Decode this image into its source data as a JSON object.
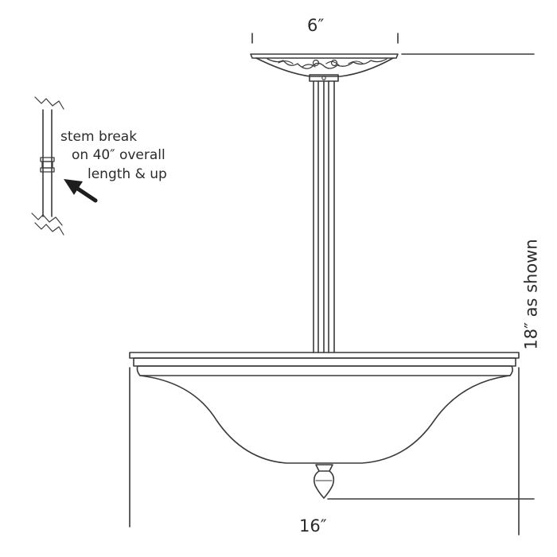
{
  "dimensions": {
    "canopy_width": "6″",
    "bowl_width": "16″",
    "height": "18″ as shown"
  },
  "note": {
    "line1": "stem break",
    "line2": "on 40″ overall",
    "line3": "length & up"
  },
  "colors": {
    "line": "#3a3a3a",
    "text": "#2b2b2b",
    "background": "#ffffff"
  },
  "icons": [
    "arrow-icon",
    "stem-break-icon"
  ]
}
